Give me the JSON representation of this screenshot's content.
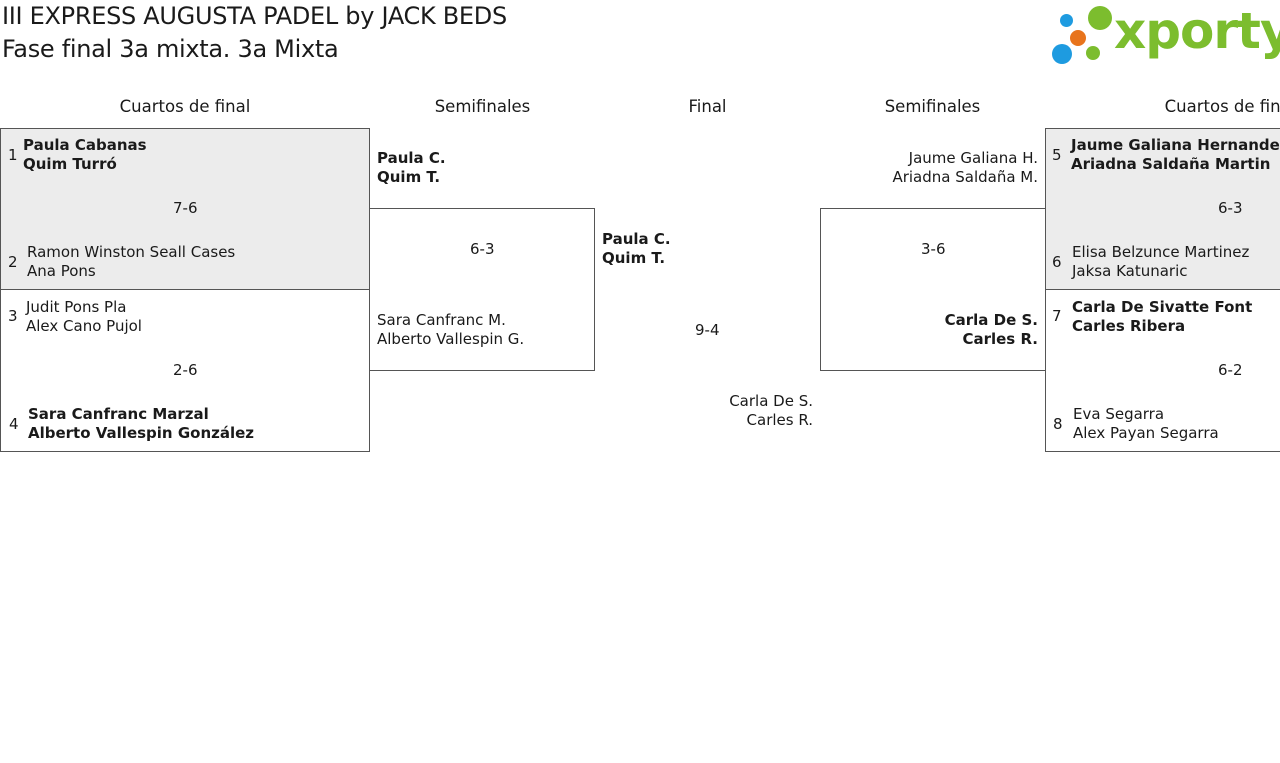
{
  "header": {
    "title": "III EXPRESS AUGUSTA PADEL by JACK BEDS",
    "subtitle": "Fase final 3a mixta. 3a Mixta"
  },
  "logo": {
    "text": "xporty",
    "colors": {
      "text": "#7cbd2e",
      "blue": "#1e9be0",
      "orange": "#e8741c",
      "green": "#7cbd2e"
    }
  },
  "rounds": {
    "left_quarters": "Cuartos de final",
    "left_semis": "Semifinales",
    "final": "Final",
    "right_semis": "Semifinales",
    "right_quarters": "Cuartos de final"
  },
  "quarterfinals": [
    {
      "score": "7-6",
      "top": {
        "seed": "1",
        "p1": "Paula Cabanas",
        "p2": "Quim Turró",
        "winner": true
      },
      "bottom": {
        "seed": "2",
        "p1": "Ramon Winston Seall Cases",
        "p2": "Ana Pons",
        "winner": false
      }
    },
    {
      "score": "2-6",
      "top": {
        "seed": "3",
        "p1": "Judit Pons Pla",
        "p2": "Alex Cano Pujol",
        "winner": false
      },
      "bottom": {
        "seed": "4",
        "p1": "Sara Canfranc Marzal",
        "p2": "Alberto Vallespin González",
        "winner": true
      }
    },
    {
      "score": "6-3",
      "top": {
        "seed": "5",
        "p1": "Jaume Galiana Hernandez",
        "p2": "Ariadna Saldaña Martin",
        "winner": true
      },
      "bottom": {
        "seed": "6",
        "p1": "Elisa Belzunce Martinez",
        "p2": "Jaksa Katunaric",
        "winner": false
      }
    },
    {
      "score": "6-2",
      "top": {
        "seed": "7",
        "p1": "Carla De Sivatte Font",
        "p2": "Carles Ribera",
        "winner": true
      },
      "bottom": {
        "seed": "8",
        "p1": "Eva Segarra",
        "p2": "Alex Payan Segarra",
        "winner": false
      }
    }
  ],
  "semifinals": [
    {
      "score": "6-3",
      "top": {
        "p1": "Paula C.",
        "p2": "Quim T.",
        "winner": true
      },
      "bottom": {
        "p1": "Sara Canfranc M.",
        "p2": "Alberto Vallespin G.",
        "winner": false
      }
    },
    {
      "score": "3-6",
      "top": {
        "p1": "Jaume Galiana H.",
        "p2": "Ariadna Saldaña M.",
        "winner": false
      },
      "bottom": {
        "p1": "Carla De S.",
        "p2": "Carles R.",
        "winner": true
      }
    }
  ],
  "final": {
    "score": "9-4",
    "top": {
      "p1": "Paula C.",
      "p2": "Quim T.",
      "winner": true
    },
    "bottom": {
      "p1": "Carla De S.",
      "p2": "Carles R.",
      "winner": false
    }
  }
}
